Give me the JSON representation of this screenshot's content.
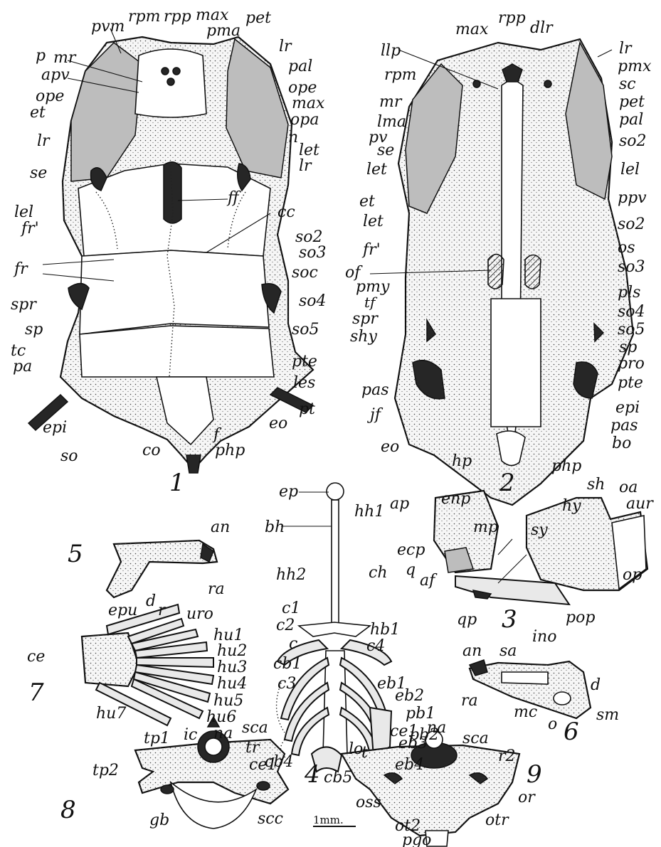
{
  "figures": [
    {
      "number": "1",
      "labels": [
        "pvm",
        "rpm",
        "rpp",
        "max",
        "pma",
        "pet",
        "lr",
        "p",
        "mr",
        "pal",
        "apv",
        "ope",
        "ope",
        "et",
        "max",
        "opa",
        "n",
        "lr",
        "let",
        "lr",
        "se",
        "ff",
        "lel",
        "fr'",
        "cc",
        "so2",
        "so3",
        "fr",
        "soc",
        "spr",
        "so4",
        "sp",
        "so5",
        "tc",
        "pte",
        "pa",
        "les",
        "pt",
        "epi",
        "eo",
        "f",
        "so",
        "co",
        "php"
      ]
    },
    {
      "number": "2",
      "labels": [
        "max",
        "rpp",
        "dlr",
        "llp",
        "lr",
        "pmx",
        "rpm",
        "sc",
        "mr",
        "pet",
        "lma",
        "pal",
        "pv",
        "se",
        "so2",
        "let",
        "lel",
        "et",
        "ppv",
        "let",
        "so2",
        "fr'",
        "os",
        "of",
        "so3",
        "pmy",
        "pls",
        "tf",
        "so4",
        "spr",
        "so5",
        "shy",
        "sp",
        "pro",
        "pas",
        "pte",
        "epi",
        "jf",
        "pas",
        "eo",
        "bo",
        "hp",
        "php"
      ]
    },
    {
      "number": "3",
      "labels": [
        "ap",
        "enp",
        "mp",
        "sh",
        "oa",
        "aur",
        "hy",
        "sy",
        "ecp",
        "q",
        "af",
        "op",
        "qp",
        "pop",
        "ino"
      ]
    },
    {
      "number": "4",
      "labels": [
        "ep",
        "bh",
        "hh1",
        "hh2",
        "ch",
        "c1",
        "c2",
        "hb1",
        "c",
        "c4",
        "cb1",
        "c3",
        "eb1",
        "pb1",
        "eb2",
        "pb2",
        "eb3",
        "eb4",
        "cb4",
        "cb5",
        "t"
      ]
    },
    {
      "number": "5",
      "labels": [
        "an",
        "d",
        "ra"
      ]
    },
    {
      "number": "6",
      "labels": [
        "an",
        "sa",
        "d",
        "ra",
        "mc",
        "o",
        "sm"
      ]
    },
    {
      "number": "7",
      "labels": [
        "epu",
        "r",
        "uro",
        "hu1",
        "ce",
        "hu2",
        "hu3",
        "hu4",
        "hu5",
        "hu6",
        "hu7"
      ]
    },
    {
      "number": "8",
      "labels": [
        "tp1",
        "ic",
        "na",
        "sca",
        "tr",
        "ce1",
        "tp2",
        "gb",
        "scc"
      ]
    },
    {
      "number": "9",
      "labels": [
        "ce1",
        "na",
        "sca",
        "lo",
        "r2",
        "oss",
        "or",
        "ot2",
        "otr",
        "pgo"
      ]
    }
  ],
  "scale_bar": "1mm."
}
